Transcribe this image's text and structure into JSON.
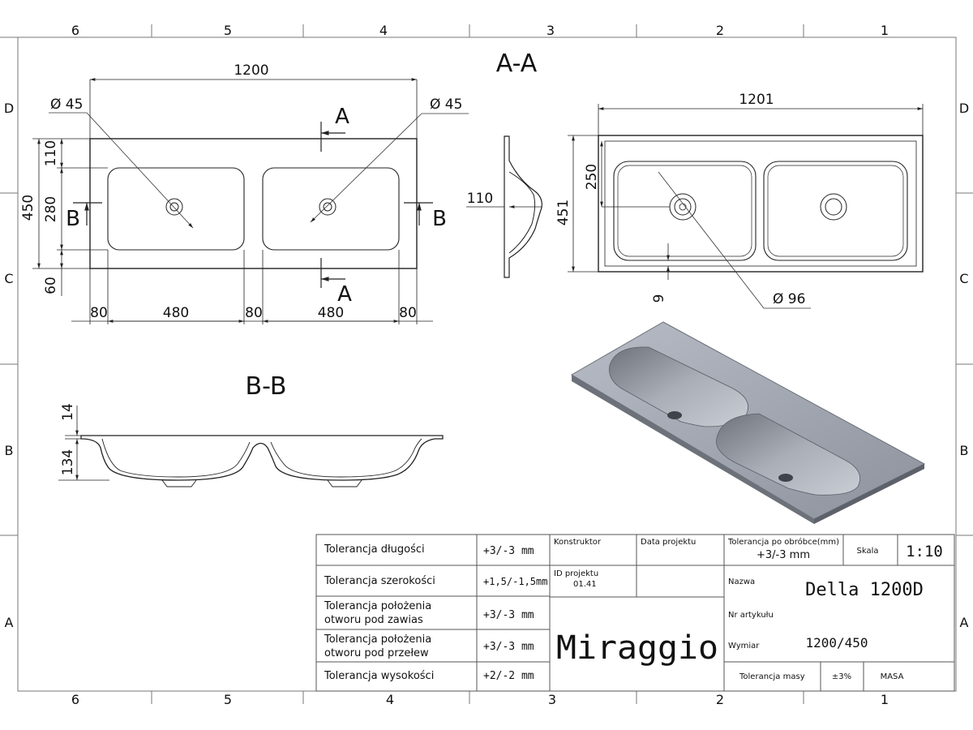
{
  "sheet": {
    "zones_columns": [
      "6",
      "5",
      "4",
      "3",
      "2",
      "1"
    ],
    "zones_rows": [
      "D",
      "C",
      "B",
      "A"
    ]
  },
  "section_labels": {
    "aa": "A-A",
    "bb": "B-B"
  },
  "cut_marks": {
    "a": "A",
    "b": "B"
  },
  "dimensions": {
    "top_width": "1200",
    "hole_dia_left": "Ø 45",
    "hole_dia_right": "Ø 45",
    "height_total": "450",
    "offset_top": "110",
    "bowl_height": "280",
    "offset_bottom": "60",
    "bottom_80_1": "80",
    "bottom_480_1": "480",
    "bottom_80_2": "80",
    "bottom_480_2": "480",
    "bottom_80_3": "80",
    "side_depth": "110",
    "plan_width": "1201",
    "plan_height": "451",
    "plan_250": "250",
    "plan_9": "9",
    "plan_drain_dia": "Ø 96",
    "bb_top": "14",
    "bb_height": "134"
  },
  "title_block": {
    "tolerances": [
      {
        "label1": "Tolerancja długości",
        "label2": "",
        "value": "+3/-3 mm"
      },
      {
        "label1": "Tolerancja szerokości",
        "label2": "",
        "value": "+1,5/-1,5mm"
      },
      {
        "label1": "Tolerancja położenia",
        "label2": "otworu pod zawias",
        "value": "+3/-3 mm"
      },
      {
        "label1": "Tolerancja położenia",
        "label2": "otworu pod przełew",
        "value": "+3/-3 mm"
      },
      {
        "label1": "Tolerancja wysokości",
        "label2": "",
        "value": "+2/-2 mm"
      }
    ],
    "konstruktor_label": "Konstruktor",
    "data_projektu_label": "Data projektu",
    "id_projektu_label": "ID projektu",
    "id_projektu_value": "01.41",
    "company": "Miraggio",
    "tol_obrobce_label": "Tolerancja po obróbce(mm)",
    "tol_obrobce_value": "+3/-3 mm",
    "skala_label": "Skala",
    "skala_value": "1:10",
    "nazwa_label": "Nazwa",
    "nazwa_value": "Della 1200D",
    "nr_artykulu_label": "Nr artykułu",
    "wymiar_label": "Wymiar",
    "wymiar_value": "1200/450",
    "tol_masy_label": "Tolerancja masy",
    "tol_masy_value": "±3%",
    "masa_label": "MASA"
  }
}
